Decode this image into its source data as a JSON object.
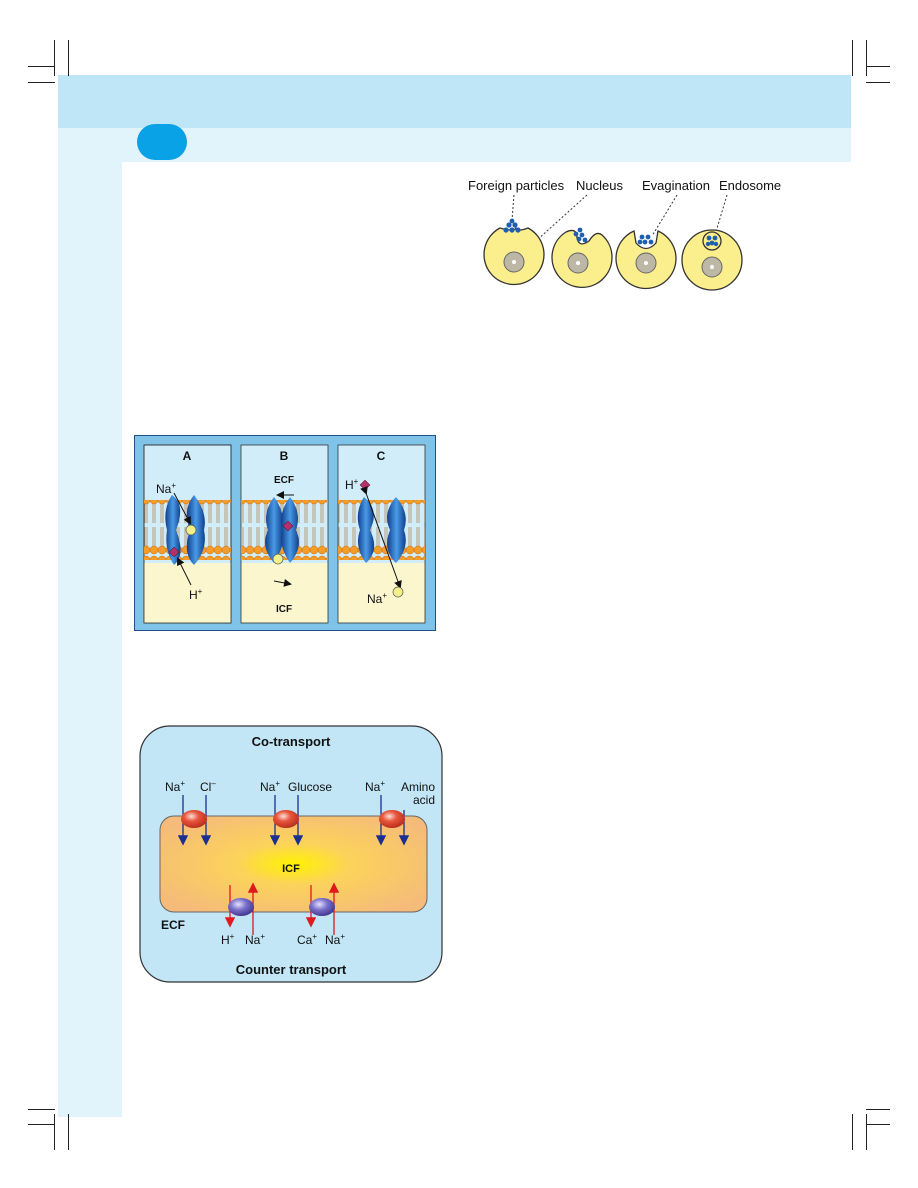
{
  "endocytosis": {
    "labels": {
      "foreign_particles": "Foreign particles",
      "nucleus": "Nucleus",
      "evagination": "Evagination",
      "endosome": "Endosome"
    }
  },
  "antiport": {
    "panels": [
      {
        "label": "A",
        "na": "Na",
        "h": "H",
        "sup": "+"
      },
      {
        "label": "B",
        "ecf": "ECF",
        "icf": "ICF"
      },
      {
        "label": "C",
        "na": "Na",
        "h": "H",
        "sup": "+"
      }
    ]
  },
  "transport": {
    "title_top": "Co-transport",
    "title_bottom": "Counter transport",
    "icf": "ICF",
    "ecf": "ECF",
    "cotransport": [
      {
        "a": "Na",
        "a_sup": "+",
        "b": "Cl",
        "b_sup": "–"
      },
      {
        "a": "Na",
        "a_sup": "+",
        "b": "Glucose"
      },
      {
        "a": "Na",
        "a_sup": "+",
        "b1": "Amino",
        "b2": "acid"
      }
    ],
    "counter": [
      {
        "a": "H",
        "a_sup": "+",
        "b": "Na",
        "b_sup": "+"
      },
      {
        "a": "Ca",
        "a_sup": "+",
        "b": "Na",
        "b_sup": "+"
      }
    ]
  },
  "colors": {
    "header": "#bfe6f7",
    "margin": "#e1f3fb",
    "badge": "#0aa2e6",
    "cell": "#fbee8c",
    "membrane_protein": "#1f64b8",
    "sodium": "#f1f08a",
    "proton": "#b5306b"
  }
}
